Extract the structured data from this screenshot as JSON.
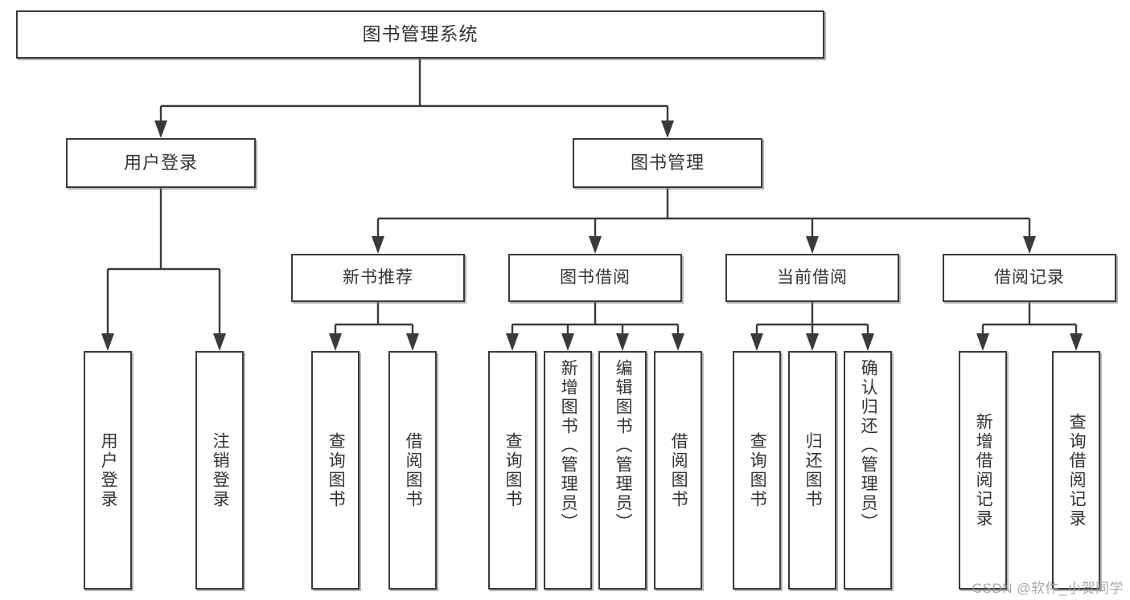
{
  "diagram": {
    "title": "图书管理系统",
    "type": "功能结构图",
    "watermark": "CSDN @软件_小贺同学",
    "colors": {
      "stroke": "#3a3a3a",
      "text": "#333333",
      "background": "#ffffff",
      "shadow": "#787878",
      "watermark": "#9a9a9a"
    }
  },
  "nodes": {
    "root": {
      "label": "图书管理系统"
    },
    "level2": [
      {
        "id": "user-login",
        "label": "用户登录"
      },
      {
        "id": "book-manage",
        "label": "图书管理"
      }
    ],
    "level3": [
      {
        "id": "new-book-recommend",
        "label": "新书推荐"
      },
      {
        "id": "book-borrow",
        "label": "图书借阅"
      },
      {
        "id": "current-borrow",
        "label": "当前借阅"
      },
      {
        "id": "borrow-record",
        "label": "借阅记录"
      }
    ],
    "leaves": {
      "user_login": [
        {
          "id": "leaf-user-login",
          "label": "用户登录"
        },
        {
          "id": "leaf-logout-login",
          "label": "注销登录"
        }
      ],
      "new_book_recommend": [
        {
          "id": "leaf-query-book-1",
          "label": "查询图书"
        },
        {
          "id": "leaf-borrow-book-1",
          "label": "借阅图书"
        }
      ],
      "book_borrow": [
        {
          "id": "leaf-query-book-2",
          "label": "查询图书"
        },
        {
          "id": "leaf-add-book",
          "label": "新增图书（管理员）"
        },
        {
          "id": "leaf-edit-book",
          "label": "编辑图书（管理员）"
        },
        {
          "id": "leaf-borrow-book-2",
          "label": "借阅图书"
        }
      ],
      "current_borrow": [
        {
          "id": "leaf-query-book-3",
          "label": "查询图书"
        },
        {
          "id": "leaf-return-book",
          "label": "归还图书"
        },
        {
          "id": "leaf-confirm-return",
          "label": "确认归还（管理员）"
        }
      ],
      "borrow_record": [
        {
          "id": "leaf-add-record",
          "label": "新增借阅记录"
        },
        {
          "id": "leaf-query-record",
          "label": "查询借阅记录"
        }
      ]
    }
  }
}
